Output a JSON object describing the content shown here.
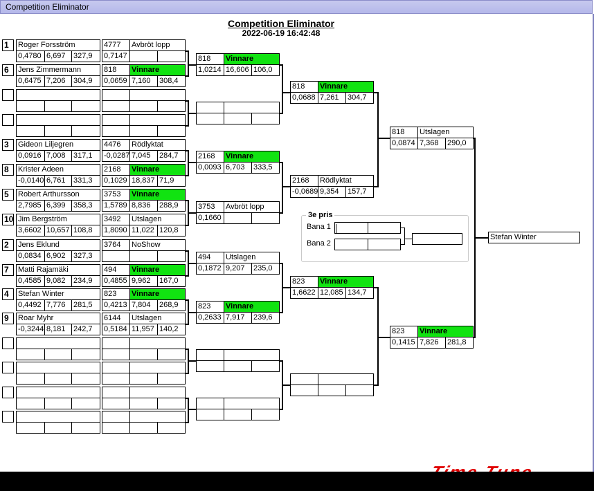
{
  "window": {
    "title": "Competition Eliminator"
  },
  "header": {
    "title": "Competition Eliminator",
    "datetime": "2022-06-19 16:42:48"
  },
  "third_place": {
    "title": "3e pris",
    "lane1_label": "Bana 1",
    "lane2_label": "Bana 2"
  },
  "champion": "Stefan Winter",
  "logo_text": "Time Tune",
  "colors": {
    "winner": "#11e311",
    "titlebar": "#b5b8ea"
  },
  "round1": [
    {
      "seed": "1",
      "name": "Roger Forsström",
      "rt": "0,4780",
      "et": "6,697",
      "speed": "327,9",
      "car": "4777",
      "result": "Avbröt lopp",
      "margin": "0,7147",
      "et2": "",
      "speed2": "",
      "winner": false
    },
    {
      "seed": "6",
      "name": "Jens Zimmermann",
      "rt": "0,6475",
      "et": "7,206",
      "speed": "304,9",
      "car": "818",
      "result": "Vinnare",
      "margin": "0,0659",
      "et2": "7,160",
      "speed2": "308,4",
      "winner": true
    },
    {
      "seed": "",
      "name": "",
      "rt": "",
      "et": "",
      "speed": "",
      "car": "",
      "result": "",
      "margin": "",
      "et2": "",
      "speed2": "",
      "winner": false
    },
    {
      "seed": "",
      "name": "",
      "rt": "",
      "et": "",
      "speed": "",
      "car": "",
      "result": "",
      "margin": "",
      "et2": "",
      "speed2": "",
      "winner": false
    },
    {
      "seed": "3",
      "name": "Gideon Liljegren",
      "rt": "0,0916",
      "et": "7,008",
      "speed": "317,1",
      "car": "4476",
      "result": "Rödlyktat",
      "margin": "-0,0287",
      "et2": "7,045",
      "speed2": "284,7",
      "winner": false
    },
    {
      "seed": "8",
      "name": "Krister Adeen",
      "rt": "-0,0140",
      "et": "6,761",
      "speed": "331,3",
      "car": "2168",
      "result": "Vinnare",
      "margin": "0,1029",
      "et2": "18,837",
      "speed2": "71,9",
      "winner": true
    },
    {
      "seed": "5",
      "name": "Robert Arthursson",
      "rt": "2,7985",
      "et": "6,399",
      "speed": "358,3",
      "car": "3753",
      "result": "Vinnare",
      "margin": "1,5789",
      "et2": "8,836",
      "speed2": "288,9",
      "winner": true
    },
    {
      "seed": "10",
      "name": "Jim Bergström",
      "rt": "3,6602",
      "et": "10,657",
      "speed": "108,8",
      "car": "3492",
      "result": "Utslagen",
      "margin": "1,8090",
      "et2": "11,022",
      "speed2": "120,8",
      "winner": false
    },
    {
      "seed": "2",
      "name": "Jens Eklund",
      "rt": "0,0834",
      "et": "6,902",
      "speed": "327,3",
      "car": "3764",
      "result": "NoShow",
      "margin": "",
      "et2": "",
      "speed2": "",
      "winner": false
    },
    {
      "seed": "7",
      "name": "Matti Rajamäki",
      "rt": "0,4585",
      "et": "9,082",
      "speed": "234,9",
      "car": "494",
      "result": "Vinnare",
      "margin": "0,4855",
      "et2": "9,962",
      "speed2": "167,0",
      "winner": true
    },
    {
      "seed": "4",
      "name": "Stefan Winter",
      "rt": "0,4492",
      "et": "7,776",
      "speed": "281,5",
      "car": "823",
      "result": "Vinnare",
      "margin": "0,4213",
      "et2": "7,804",
      "speed2": "268,9",
      "winner": true
    },
    {
      "seed": "9",
      "name": "Roar Myhr",
      "rt": "-0,3244",
      "et": "8,181",
      "speed": "242,7",
      "car": "6144",
      "result": "Utslagen",
      "margin": "0,5184",
      "et2": "11,957",
      "speed2": "140,2",
      "winner": false
    },
    {
      "seed": "",
      "name": "",
      "rt": "",
      "et": "",
      "speed": "",
      "car": "",
      "result": "",
      "margin": "",
      "et2": "",
      "speed2": "",
      "winner": false
    },
    {
      "seed": "",
      "name": "",
      "rt": "",
      "et": "",
      "speed": "",
      "car": "",
      "result": "",
      "margin": "",
      "et2": "",
      "speed2": "",
      "winner": false
    },
    {
      "seed": "",
      "name": "",
      "rt": "",
      "et": "",
      "speed": "",
      "car": "",
      "result": "",
      "margin": "",
      "et2": "",
      "speed2": "",
      "winner": false
    },
    {
      "seed": "",
      "name": "",
      "rt": "",
      "et": "",
      "speed": "",
      "car": "",
      "result": "",
      "margin": "",
      "et2": "",
      "speed2": "",
      "winner": false
    }
  ],
  "round2": [
    {
      "car": "818",
      "result": "Vinnare",
      "rt": "1,0214",
      "et": "16,606",
      "speed": "106,0",
      "winner": true
    },
    {
      "car": "",
      "result": "",
      "rt": "",
      "et": "",
      "speed": "",
      "winner": false
    },
    {
      "car": "2168",
      "result": "Vinnare",
      "rt": "0,0093",
      "et": "6,703",
      "speed": "333,5",
      "winner": true
    },
    {
      "car": "3753",
      "result": "Avbröt lopp",
      "rt": "0,1660",
      "et": "",
      "speed": "",
      "winner": false
    },
    {
      "car": "494",
      "result": "Utslagen",
      "rt": "0,1872",
      "et": "9,207",
      "speed": "235,0",
      "winner": false
    },
    {
      "car": "823",
      "result": "Vinnare",
      "rt": "0,2633",
      "et": "7,917",
      "speed": "239,6",
      "winner": true
    },
    {
      "car": "",
      "result": "",
      "rt": "",
      "et": "",
      "speed": "",
      "winner": false
    },
    {
      "car": "",
      "result": "",
      "rt": "",
      "et": "",
      "speed": "",
      "winner": false
    }
  ],
  "round3": [
    {
      "car": "818",
      "result": "Vinnare",
      "rt": "0,0688",
      "et": "7,261",
      "speed": "304,7",
      "winner": true
    },
    {
      "car": "2168",
      "result": "Rödlyktat",
      "rt": "-0,0689",
      "et": "9,354",
      "speed": "157,7",
      "winner": false
    },
    {
      "car": "823",
      "result": "Vinnare",
      "rt": "1,6622",
      "et": "12,085",
      "speed": "134,7",
      "winner": true
    },
    {
      "car": "",
      "result": "",
      "rt": "",
      "et": "",
      "speed": "",
      "winner": false
    }
  ],
  "round4": [
    {
      "car": "818",
      "result": "Utslagen",
      "rt": "0,0874",
      "et": "7,368",
      "speed": "290,0",
      "winner": false
    },
    {
      "car": "823",
      "result": "Vinnare",
      "rt": "0,1415",
      "et": "7,826",
      "speed": "281,8",
      "winner": true
    }
  ]
}
